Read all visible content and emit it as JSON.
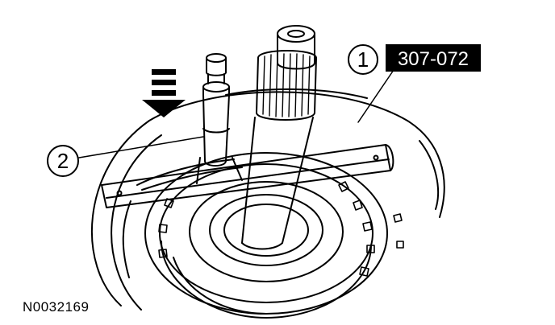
{
  "figure": {
    "id": "N0032169",
    "callouts": [
      {
        "number": "1",
        "tool": "307-072"
      },
      {
        "number": "2"
      }
    ],
    "direction_arrow": "down-arrow-icon",
    "colors": {
      "line": "#000000",
      "background": "#ffffff",
      "label_bg": "#000000",
      "label_text": "#ffffff"
    }
  }
}
